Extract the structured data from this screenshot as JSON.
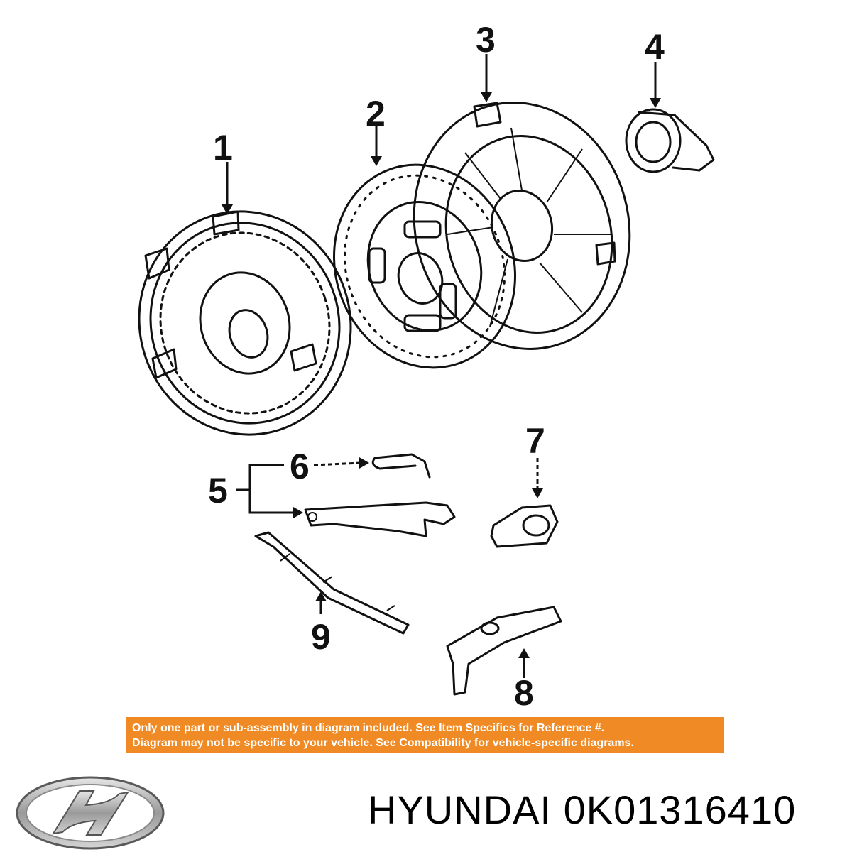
{
  "callouts": [
    "1",
    "2",
    "3",
    "4",
    "5",
    "6",
    "7",
    "8",
    "9"
  ],
  "notice": {
    "line1": "Only one part or sub-assembly in diagram included. See Item Specifics for Reference #.",
    "line2": "Diagram may not be specific to your vehicle. See Compatibility for vehicle-specific diagrams.",
    "background": "#f08a24",
    "text_color": "#ffffff"
  },
  "logo": {
    "icon": "hyundai-logo-icon"
  },
  "caption": "HYUNDAI 0K01316410"
}
